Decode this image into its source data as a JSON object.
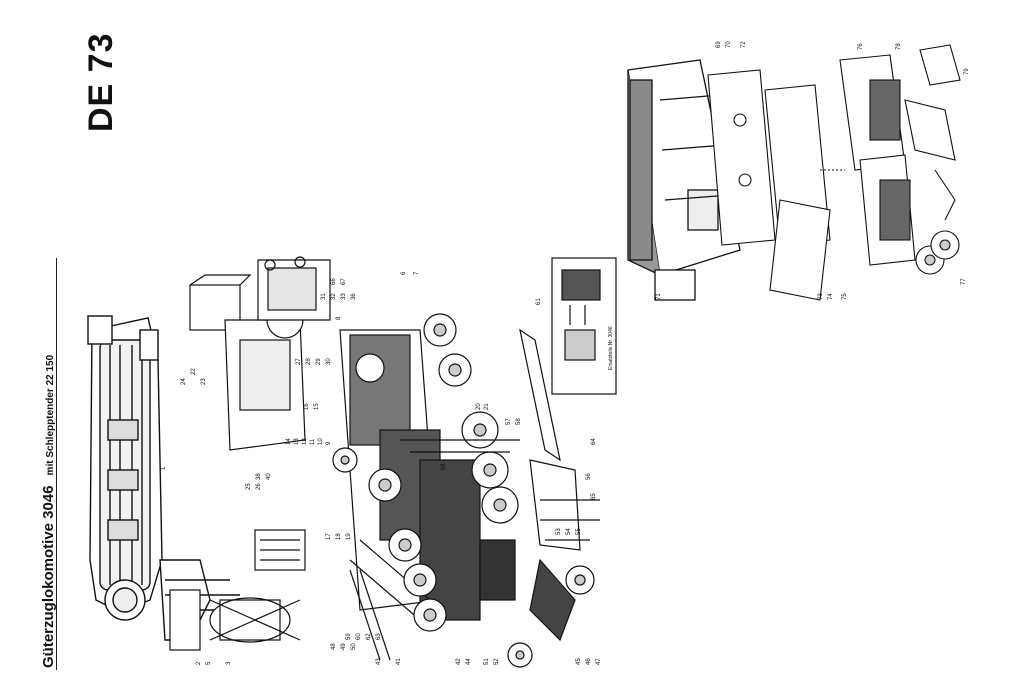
{
  "doc_code": "DE 73",
  "title": "Güterzuglokomotive 3046",
  "subtitle": "mit Schlepptender 22 150",
  "inset_label": "Ersatzteile Nr. 3046",
  "callouts": [
    "1",
    "2",
    "3",
    "5",
    "6",
    "7",
    "8",
    "9",
    "10",
    "11",
    "12",
    "13",
    "14",
    "15",
    "16",
    "17",
    "18",
    "19",
    "20",
    "21",
    "22",
    "23",
    "24",
    "25",
    "26",
    "27",
    "28",
    "29",
    "30",
    "31",
    "32",
    "33",
    "36",
    "38",
    "40",
    "41",
    "42",
    "43",
    "44",
    "45",
    "46",
    "47",
    "48",
    "49",
    "50",
    "51",
    "52",
    "53",
    "54",
    "55",
    "56",
    "57",
    "58",
    "59",
    "60",
    "61",
    "62",
    "63",
    "64",
    "65",
    "66",
    "67",
    "68",
    "69",
    "70",
    "71",
    "72",
    "73",
    "74",
    "75",
    "76",
    "77",
    "78",
    "79"
  ]
}
